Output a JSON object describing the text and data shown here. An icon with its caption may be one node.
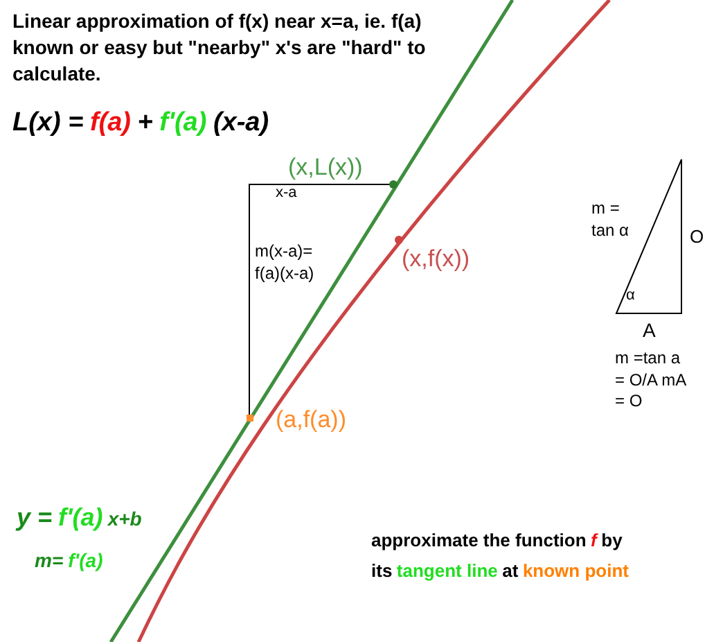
{
  "diagram": {
    "title": "Linear approximation of f(x) near x=a, ie. f(a) known or easy but \"nearby\" x's are \"hard\" to calculate.",
    "labels": [
      "L(x) =",
      "f(a)",
      "+",
      "f'(a)",
      "(x-a)",
      "(x,L(x))",
      "x-a",
      "m(x-a)= f(a)(x-a)",
      "m = tan α",
      "O",
      "(x,f(x))",
      "α",
      "A",
      "m =tan a = O/A mA = O",
      "(a,f(a))",
      "y =",
      "f'(a)",
      "x+b",
      "m=",
      "f'(a)",
      "approximate the function",
      "f",
      "by",
      "its",
      "tangent line",
      "at",
      "known point"
    ]
  }
}
